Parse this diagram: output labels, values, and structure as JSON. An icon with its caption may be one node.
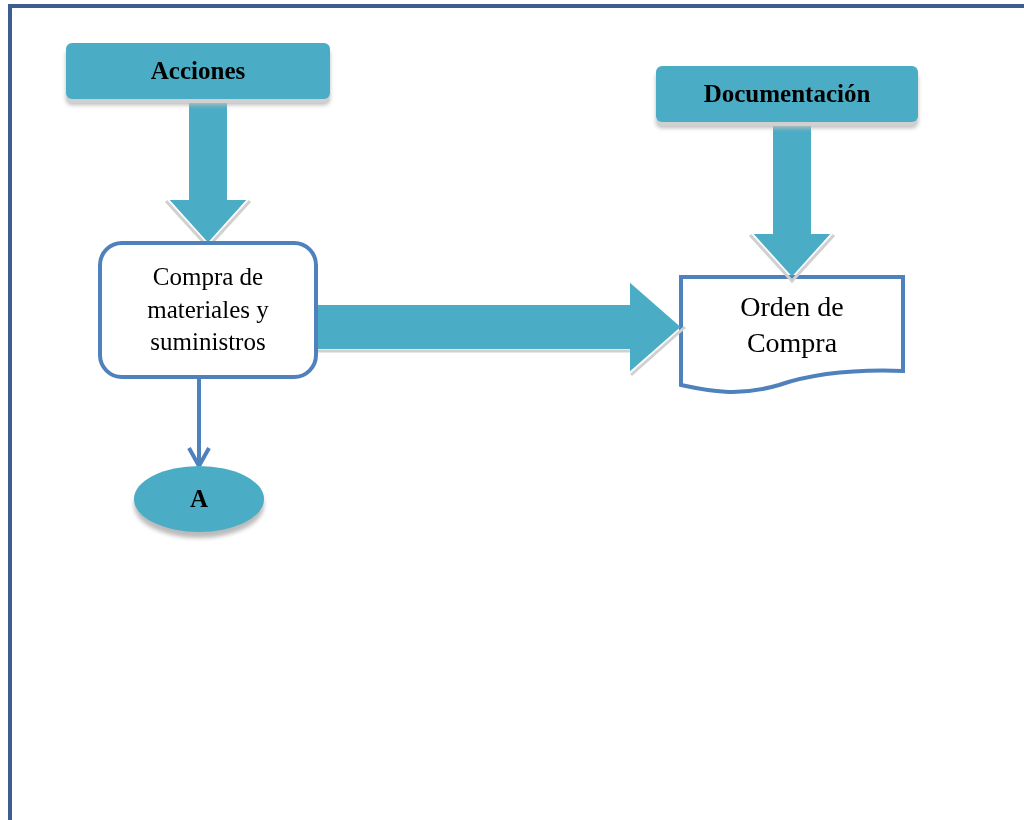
{
  "diagram": {
    "nodes": [
      {
        "text": [
          "Acciones"
        ]
      },
      {
        "text": [
          "Documentación"
        ]
      },
      {
        "text": [
          "Compra de materiales y suministros"
        ]
      },
      {
        "text": [
          "Orden de Compra"
        ]
      },
      {
        "text": [
          "A"
        ]
      }
    ],
    "edges": [
      {
        "from": 0,
        "to": 2,
        "arrow": "to",
        "style": "thick",
        "color": "#4bacc6"
      },
      {
        "from": 1,
        "to": 3,
        "arrow": "to",
        "style": "thick",
        "color": "#4bacc6"
      },
      {
        "from": 2,
        "to": 4,
        "arrow": "to"
      },
      {
        "from": 2,
        "to": 3,
        "arrow": "to",
        "style": "thick",
        "color": "#4bacc6"
      }
    ]
  }
}
